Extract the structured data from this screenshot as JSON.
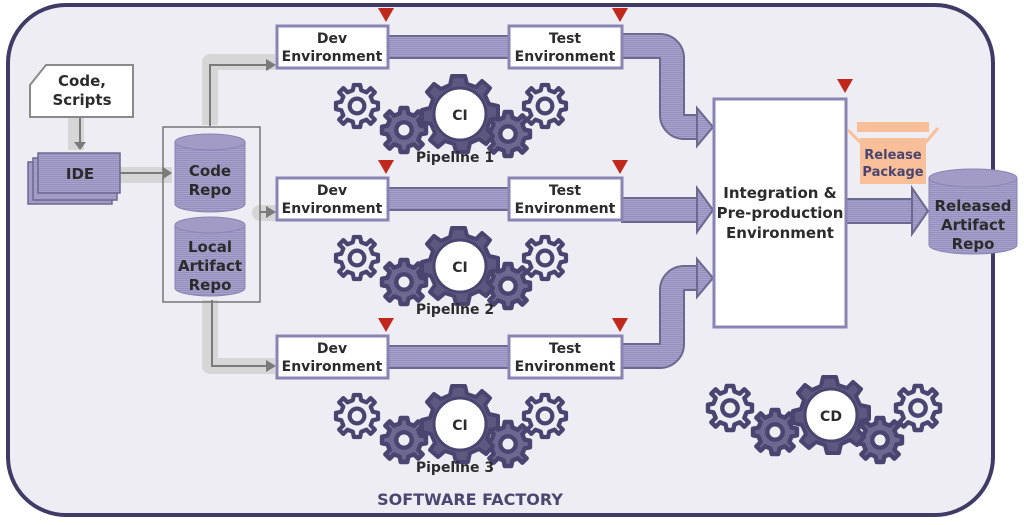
{
  "diagram": {
    "title": "SOFTWARE FACTORY",
    "colors": {
      "frame_border": "#3f3b66",
      "frame_fill": "#eeedf4",
      "purple_fill": "#a19bc6",
      "purple_dark": "#4a4570",
      "gear_dark": "#4a4570",
      "gray_arrow": "#7a7a7a",
      "gray_band": "#d6d6d6",
      "red_marker": "#c0281c",
      "package_fill": "#f8bf98"
    },
    "source": {
      "label_line1": "Code,",
      "label_line2": "Scripts"
    },
    "ide": {
      "label": "IDE"
    },
    "code_repo": {
      "line1": "Code",
      "line2": "Repo"
    },
    "local_artifact_repo": {
      "line1": "Local",
      "line2": "Artifact",
      "line3": "Repo"
    },
    "pipelines": [
      {
        "name": "Pipeline 1",
        "ci_label": "CI",
        "dev_line1": "Dev",
        "dev_line2": "Environment",
        "test_line1": "Test",
        "test_line2": "Environment"
      },
      {
        "name": "Pipeline 2",
        "ci_label": "CI",
        "dev_line1": "Dev",
        "dev_line2": "Environment",
        "test_line1": "Test",
        "test_line2": "Environment"
      },
      {
        "name": "Pipeline 3",
        "ci_label": "CI",
        "dev_line1": "Dev",
        "dev_line2": "Environment",
        "test_line1": "Test",
        "test_line2": "Environment"
      }
    ],
    "integration": {
      "line1": "Integration &",
      "line2": "Pre-production",
      "line3": "Environment"
    },
    "release_package": {
      "line1": "Release",
      "line2": "Package"
    },
    "released_repo": {
      "line1": "Released",
      "line2": "Artifact",
      "line3": "Repo"
    },
    "cd": {
      "label": "CD"
    }
  }
}
